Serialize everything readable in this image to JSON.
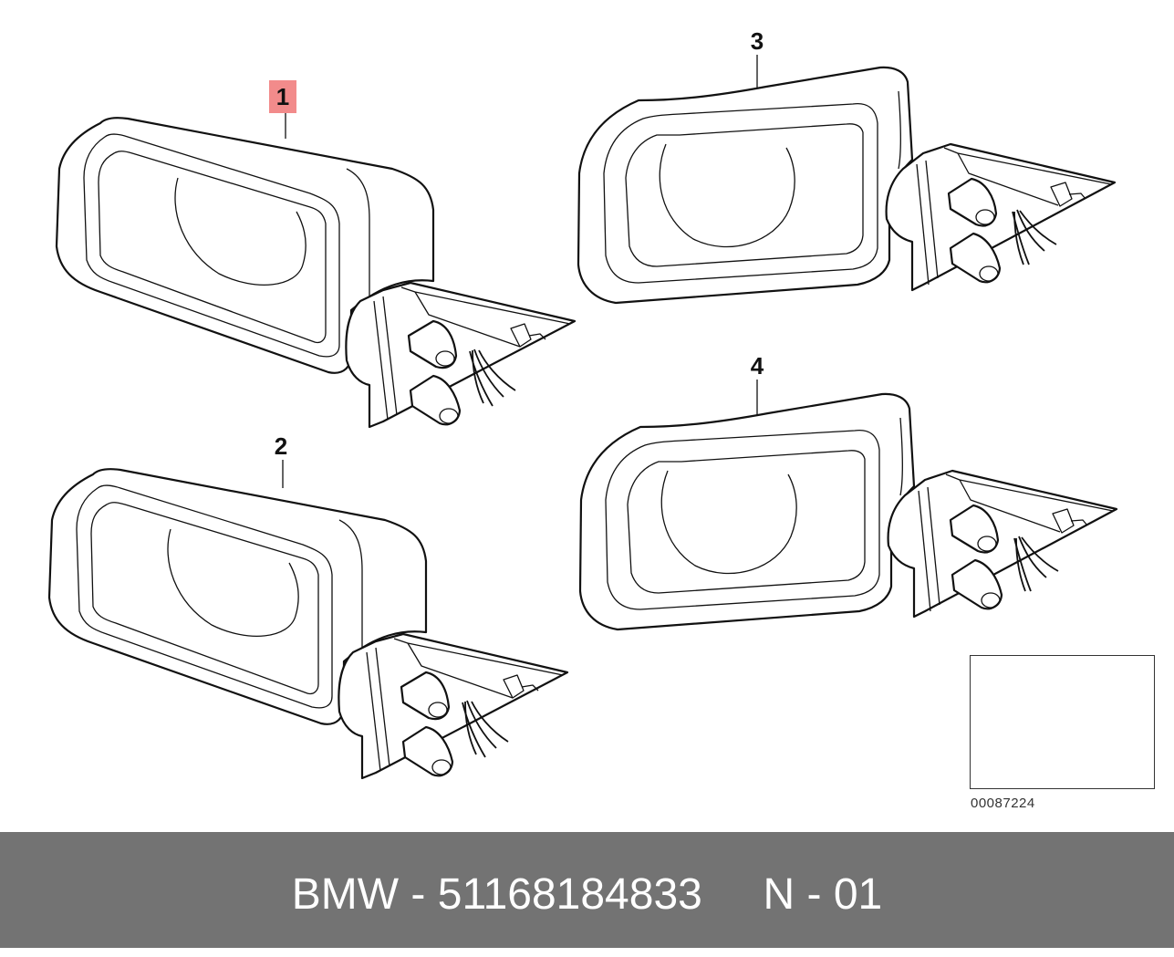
{
  "callouts": {
    "c1": "1",
    "c2": "2",
    "c3": "3",
    "c4": "4"
  },
  "reference_code": "00087224",
  "footer": {
    "text": "BMW - 51168184833     N - 01"
  },
  "colors": {
    "highlight": "#f28b8b",
    "footer_bg": "#737373",
    "footer_text": "#ffffff"
  }
}
